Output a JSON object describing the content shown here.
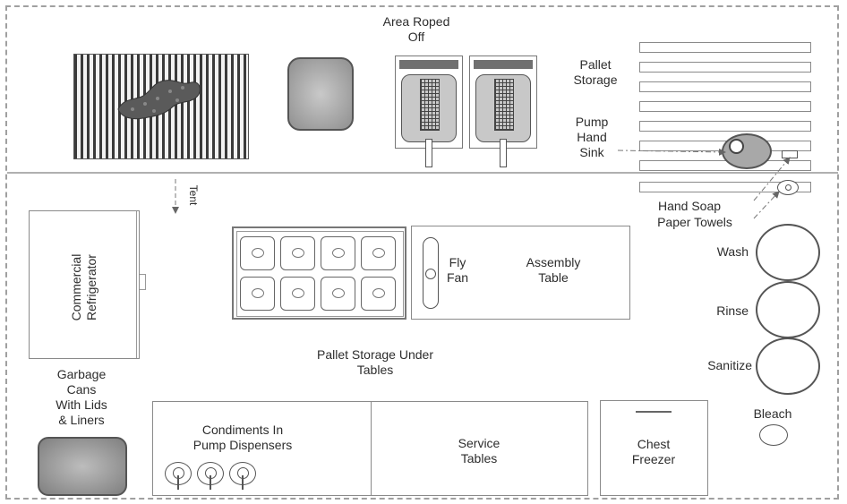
{
  "diagram": {
    "labels": {
      "area_roped_off": [
        "Area Roped",
        "Off"
      ],
      "pallet_storage": [
        "Pallet",
        "Storage"
      ],
      "pump_hand_sink": [
        "Pump",
        "Hand",
        "Sink"
      ],
      "tent": "Tent",
      "hand_soap": "Hand Soap",
      "paper_towels": "Paper Towels",
      "commercial_refrigerator": [
        "Commercial",
        "Refrigerator"
      ],
      "fly_fan": [
        "Fly",
        "Fan"
      ],
      "assembly_table": [
        "Assembly",
        "Table"
      ],
      "wash": "Wash",
      "rinse": "Rinse",
      "sanitize": "Sanitize",
      "pallet_storage_under_tables": [
        "Pallet Storage Under",
        "Tables"
      ],
      "garbage_cans": [
        "Garbage",
        "Cans",
        "With Lids",
        "& Liners"
      ],
      "condiments": [
        "Condiments In",
        "Pump Dispensers"
      ],
      "service_tables": [
        "Service",
        "Tables"
      ],
      "chest_freezer": [
        "Chest",
        "Freezer"
      ],
      "bleach": "Bleach"
    }
  }
}
